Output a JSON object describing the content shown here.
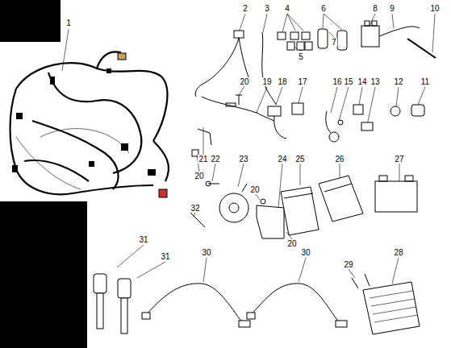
{
  "diagram": {
    "labels": [
      "1",
      "2",
      "3",
      "4",
      "6",
      "8",
      "9",
      "10",
      "7",
      "5",
      "20",
      "19",
      "18",
      "17",
      "16",
      "15",
      "14",
      "13",
      "12",
      "11",
      "21",
      "20",
      "22",
      "23",
      "20",
      "24",
      "25",
      "26",
      "27",
      "32",
      "20",
      "31",
      "31",
      "30",
      "30",
      "29",
      "28"
    ]
  }
}
